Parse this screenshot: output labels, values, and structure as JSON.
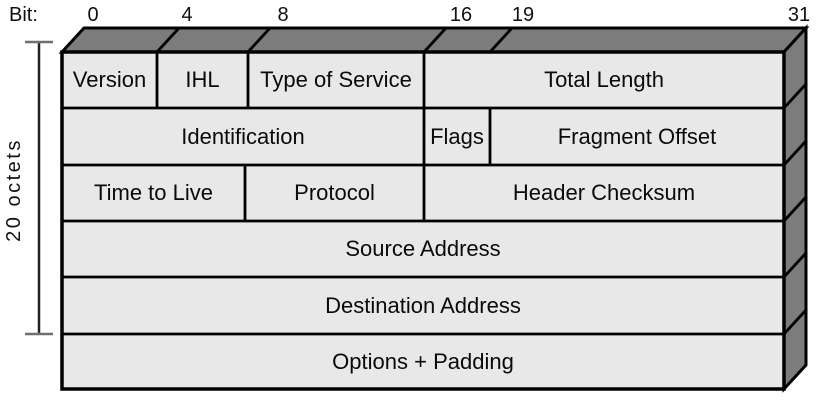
{
  "diagram": {
    "bit_axis": {
      "label": "Bit:",
      "ticks": [
        "0",
        "4",
        "8",
        "16",
        "19",
        "31"
      ]
    },
    "side_label": "20 octets",
    "rows": [
      {
        "fields": [
          {
            "label": "Version",
            "bits": "0-3"
          },
          {
            "label": "IHL",
            "bits": "4-7"
          },
          {
            "label": "Type of Service",
            "bits": "8-15"
          },
          {
            "label": "Total Length",
            "bits": "16-31"
          }
        ]
      },
      {
        "fields": [
          {
            "label": "Identification",
            "bits": "0-15"
          },
          {
            "label": "Flags",
            "bits": "16-18"
          },
          {
            "label": "Fragment Offset",
            "bits": "19-31"
          }
        ]
      },
      {
        "fields": [
          {
            "label": "Time to Live",
            "bits": "0-7"
          },
          {
            "label": "Protocol",
            "bits": "8-15"
          },
          {
            "label": "Header Checksum",
            "bits": "16-31"
          }
        ]
      },
      {
        "fields": [
          {
            "label": "Source Address",
            "bits": "0-31"
          }
        ]
      },
      {
        "fields": [
          {
            "label": "Destination Address",
            "bits": "0-31"
          }
        ]
      },
      {
        "fields": [
          {
            "label": "Options + Padding",
            "bits": "0-31"
          }
        ]
      }
    ],
    "colors": {
      "face": "#e8e8e8",
      "depth": "#7c7c7c",
      "outline": "#000000",
      "bracket": "#6f6f6f",
      "background": "#ffffff"
    }
  }
}
